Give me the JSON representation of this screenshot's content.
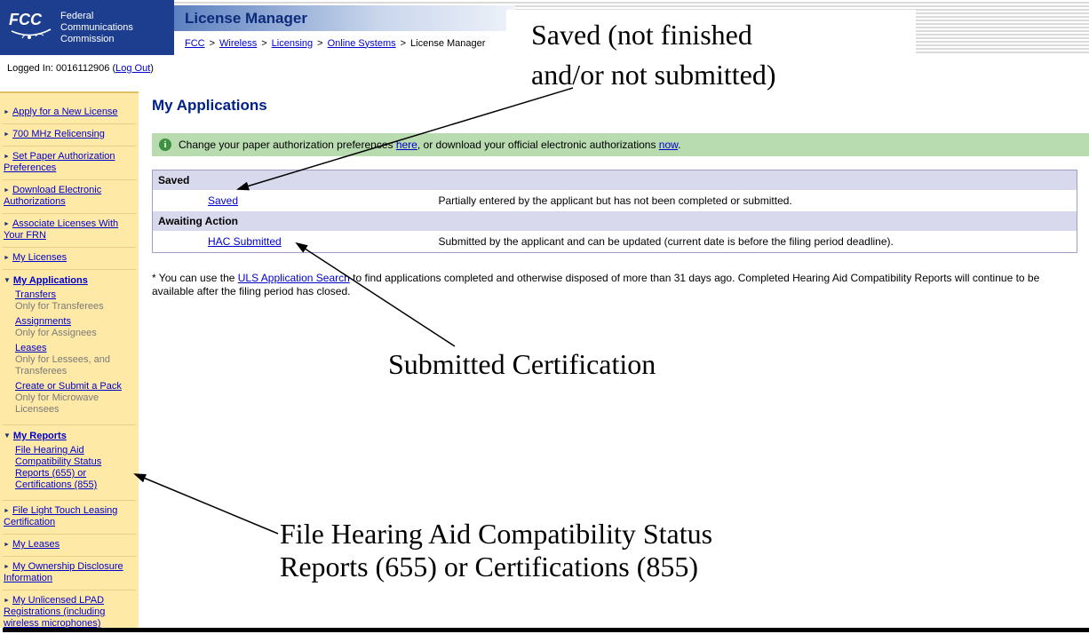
{
  "colors": {
    "header_navy": "#1d3e8f",
    "band_blue": "#5c80c0",
    "link_blue": "#0000cc",
    "heading_navy": "#002287",
    "sidebar_bg": "#ffe9a6",
    "sidebar_divider": "#e9cf8e",
    "green_bar_bg": "#b9dbb0",
    "table_header_bg": "#d9d9ee",
    "table_border": "#9d9dc8",
    "note_gray": "#7a7a7a"
  },
  "icons": {
    "collapsed": "►",
    "expanded": "▼",
    "info": "i"
  },
  "header": {
    "logo_fcc": "FCC",
    "logo_lines": [
      "Federal",
      "Communications",
      "Commission"
    ],
    "app_title": "License Manager",
    "breadcrumb": {
      "links": [
        "FCC",
        "Wireless",
        "Licensing",
        "Online Systems"
      ],
      "current": "License Manager",
      "separator": ">"
    }
  },
  "login": {
    "prefix": "Logged In: 0016112906 (",
    "logout_label": "Log Out",
    "suffix": ")"
  },
  "sidebar": {
    "items": [
      {
        "label": "Apply for a New License"
      },
      {
        "label": "700 MHz Relicensing"
      },
      {
        "label": "Set Paper Authorization Preferences"
      },
      {
        "label": "Download Electronic Authorizations"
      },
      {
        "label": "Associate Licenses With Your FRN"
      },
      {
        "label": "My Licenses"
      },
      {
        "label": "My Applications",
        "expanded": true,
        "children": [
          {
            "label": "Transfers",
            "note": "Only for Transferees"
          },
          {
            "label": "Assignments",
            "note": "Only for Assignees"
          },
          {
            "label": "Leases",
            "note": "Only for Lessees, and Transferees"
          },
          {
            "label": "Create or Submit a Pack",
            "note": "Only for Microwave Licensees"
          }
        ]
      },
      {
        "label": "My Reports",
        "expanded": true,
        "children": [
          {
            "label": "File Hearing Aid Compatibility Status Reports (655) or Certifications (855)"
          }
        ]
      },
      {
        "label": "File Light Touch Leasing Certification"
      },
      {
        "label": "My Leases"
      },
      {
        "label": "My Ownership Disclosure Information"
      },
      {
        "label": "My Unlicensed LPAD Registrations (including wireless microphones)"
      }
    ]
  },
  "main": {
    "title": "My Applications",
    "info_bar": {
      "text_1": "Change your paper authorization preferences ",
      "link_1": "here",
      "text_2": ", or download your official electronic authorizations ",
      "link_2": "now",
      "text_3": "."
    },
    "table": {
      "sections": [
        {
          "header": "Saved",
          "rows": [
            {
              "link": "Saved",
              "description": "Partially entered by the applicant but has not been completed or submitted."
            }
          ]
        },
        {
          "header": "Awaiting Action",
          "rows": [
            {
              "link": "HAC Submitted",
              "description": "Submitted by the applicant and can be updated (current date is before the filing period deadline)."
            }
          ]
        }
      ]
    },
    "footnote": {
      "text_1": "* You can use the ",
      "link": "ULS Application Search",
      "text_2": " to find applications completed and otherwise disposed of more than 31 days ago. Completed Hearing Aid Compatibility Reports will continue to be available after the filing period has closed."
    }
  },
  "annotations": {
    "saved_note": {
      "line1": "Saved (not finished",
      "line2": "and/or not submitted)"
    },
    "submitted_note": {
      "text": "Submitted Certification"
    },
    "hac_note": {
      "line1": "File Hearing Aid Compatibility Status",
      "line2": "Reports (655) or Certifications (855)"
    }
  }
}
